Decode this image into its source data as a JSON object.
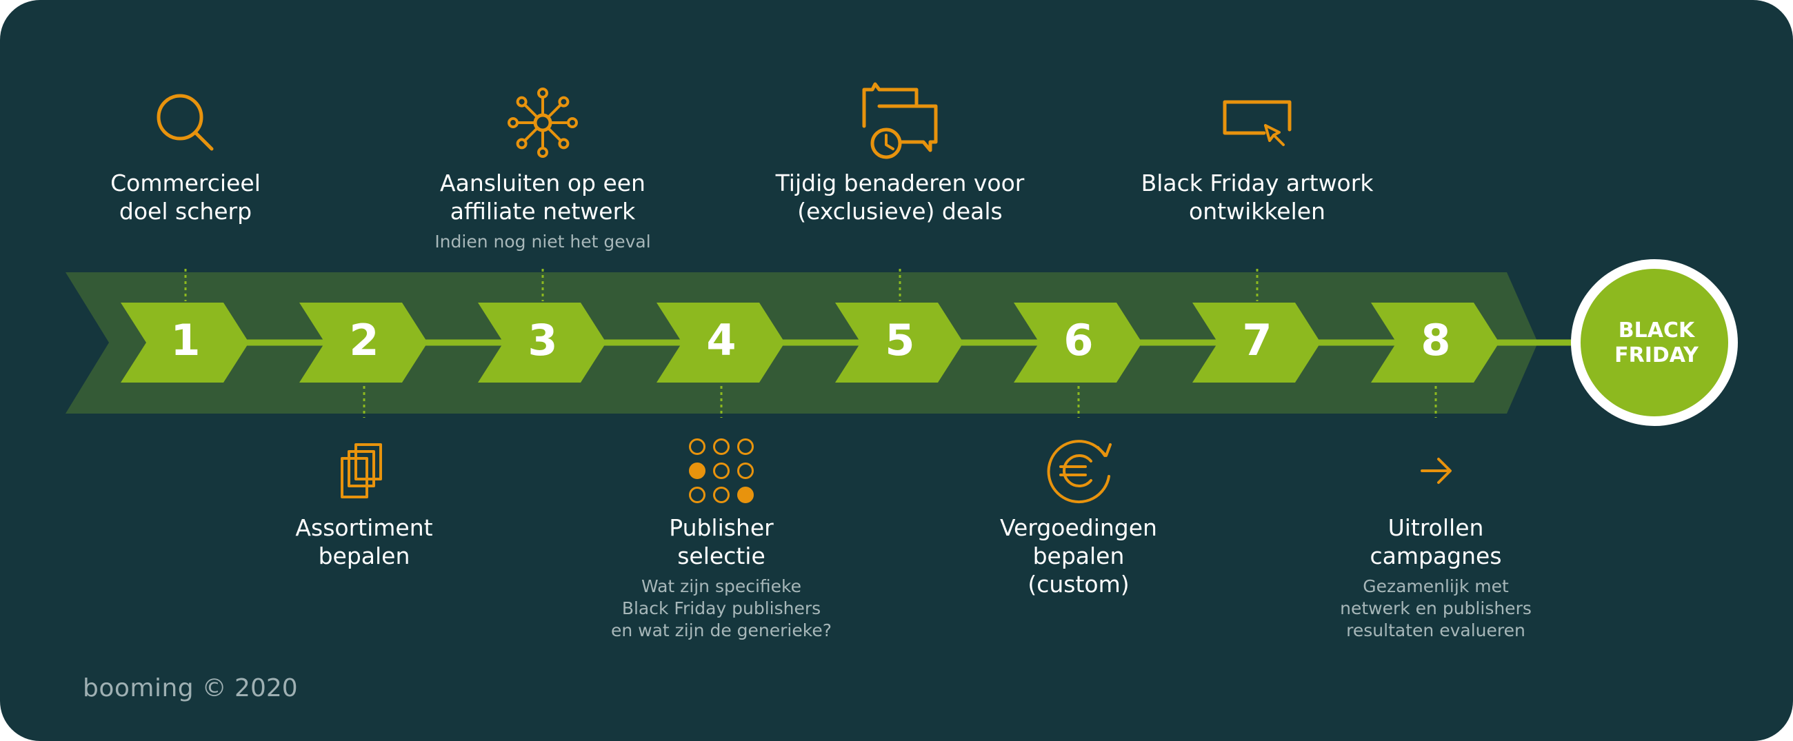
{
  "colors": {
    "background": "#15363d",
    "band": "#345a36",
    "chevron": "#8db91f",
    "connector": "#8db91f",
    "icon": "#e8930d",
    "subtext": "#a7b7b9"
  },
  "steps": [
    {
      "number": "1",
      "title": "Commercieel\ndoel scherp",
      "subtitle": "",
      "icon": "magnifier-icon",
      "position": "top"
    },
    {
      "number": "2",
      "title": "Assortiment\nbepalen",
      "subtitle": "",
      "icon": "stacked-documents-icon",
      "position": "bottom"
    },
    {
      "number": "3",
      "title": "Aansluiten op een\naffiliate netwerk",
      "subtitle": "Indien nog niet het geval",
      "icon": "network-icon",
      "position": "top"
    },
    {
      "number": "4",
      "title": "Publisher\nselectie",
      "subtitle": "Wat zijn specifieke\nBlack Friday publishers\nen wat zijn de generieke?",
      "icon": "dot-grid-icon",
      "position": "bottom"
    },
    {
      "number": "5",
      "title": "Tijdig benaderen voor\n(exclusieve) deals",
      "subtitle": "",
      "icon": "chat-clock-icon",
      "position": "top"
    },
    {
      "number": "6",
      "title": "Vergoedingen\nbepalen\n(custom)",
      "subtitle": "",
      "icon": "euro-cycle-icon",
      "position": "bottom"
    },
    {
      "number": "7",
      "title": "Black Friday artwork\nontwikkelen",
      "subtitle": "",
      "icon": "screen-cursor-icon",
      "position": "top"
    },
    {
      "number": "8",
      "title": "Uitrollen\ncampagnes",
      "subtitle": "Gezamenlijk met\nnetwerk en publishers\nresultaten evalueren",
      "icon": "arrow-right-icon",
      "position": "bottom"
    }
  ],
  "goal": {
    "label": "BLACK\nFRIDAY"
  },
  "footer": {
    "brand": "booming",
    "copyright": "© 2020"
  }
}
